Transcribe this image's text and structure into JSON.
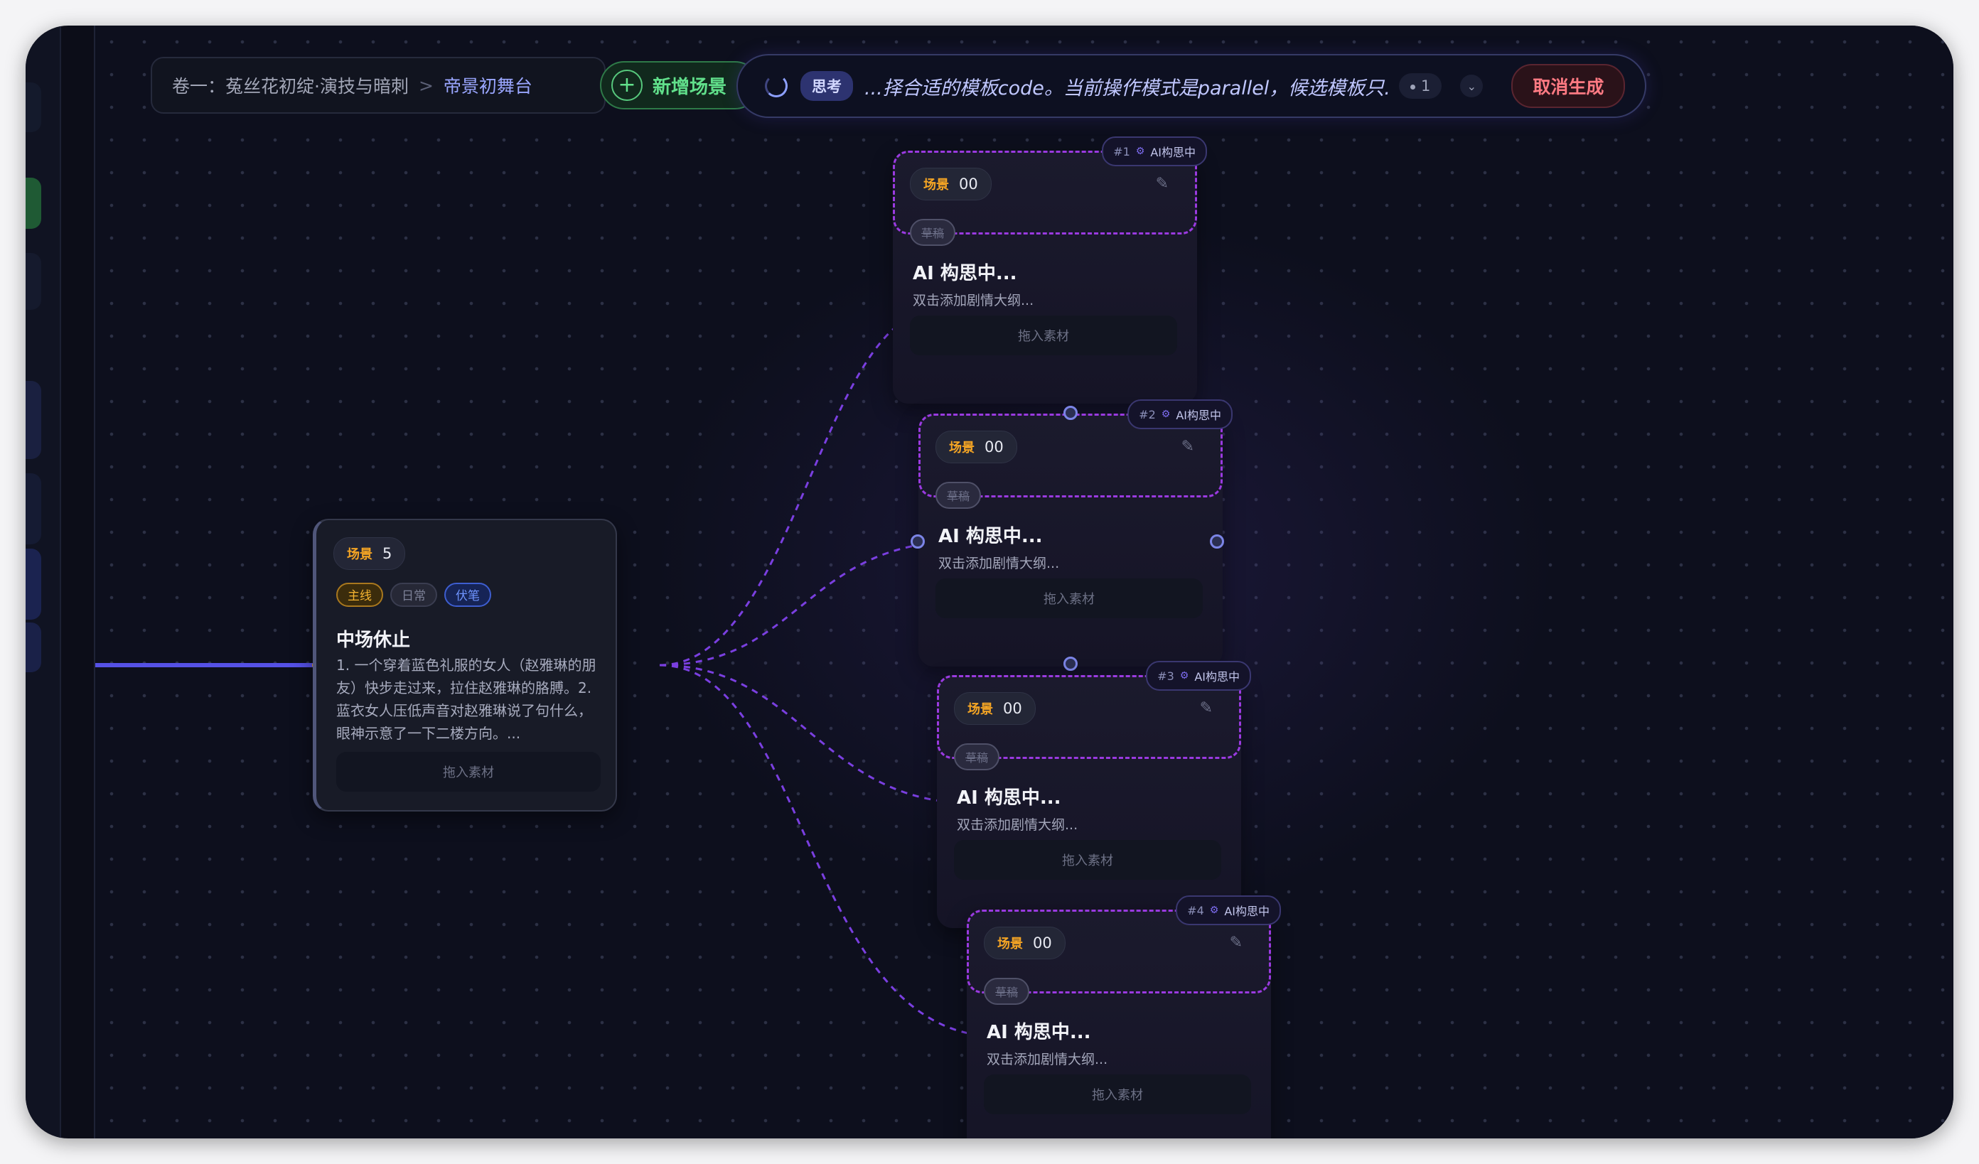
{
  "breadcrumb": {
    "volume": "卷一：菟丝花初绽·演技与暗刺",
    "separator": ">",
    "current": "帝景初舞台"
  },
  "toolbar": {
    "add_scene_label": "新增场景",
    "add_icon": "plus-icon"
  },
  "ai_status": {
    "loading_icon": "spinner-icon",
    "thinking_badge": "思考",
    "message": "...择合适的模板code。当前操作模式是parallel，候选模板只...",
    "count": "1",
    "expand_icon": "chevron-down-icon",
    "cancel_label": "取消生成"
  },
  "main_scene": {
    "scene_label": "场景",
    "scene_number": "5",
    "tags": [
      "主线",
      "日常",
      "伏笔"
    ],
    "title": "中场休止",
    "body": "1. 一个穿着蓝色礼服的女人（赵雅琳的朋友）快步走过来，拉住赵雅琳的胳膊。2. 蓝衣女人压低声音对赵雅琳说了句什么，眼神示意了一下二楼方向。...",
    "drop_label": "拖入素材"
  },
  "generating_scenes": [
    {
      "index": "#1",
      "status": "AI构思中",
      "scene_label": "场景",
      "scene_number": "00",
      "draft_label": "草稿",
      "title": "AI 构思中...",
      "description": "双击添加剧情大纲...",
      "drop_label": "拖入素材"
    },
    {
      "index": "#2",
      "status": "AI构思中",
      "scene_label": "场景",
      "scene_number": "00",
      "draft_label": "草稿",
      "title": "AI 构思中...",
      "description": "双击添加剧情大纲...",
      "drop_label": "拖入素材"
    },
    {
      "index": "#3",
      "status": "AI构思中",
      "scene_label": "场景",
      "scene_number": "00",
      "draft_label": "草稿",
      "title": "AI 构思中...",
      "description": "双击添加剧情大纲...",
      "drop_label": "拖入素材"
    },
    {
      "index": "#4",
      "status": "AI构思中",
      "scene_label": "场景",
      "scene_number": "00",
      "draft_label": "草稿",
      "title": "AI 构思中...",
      "description": "双击添加剧情大纲...",
      "drop_label": "拖入素材"
    }
  ],
  "colors": {
    "background": "#0d0f1d",
    "accent": "#7b84e6",
    "edge": "#7a3fe0",
    "add_button": "#61e08b",
    "cancel": "#ff7a83",
    "scene_label": "#f5a524"
  }
}
